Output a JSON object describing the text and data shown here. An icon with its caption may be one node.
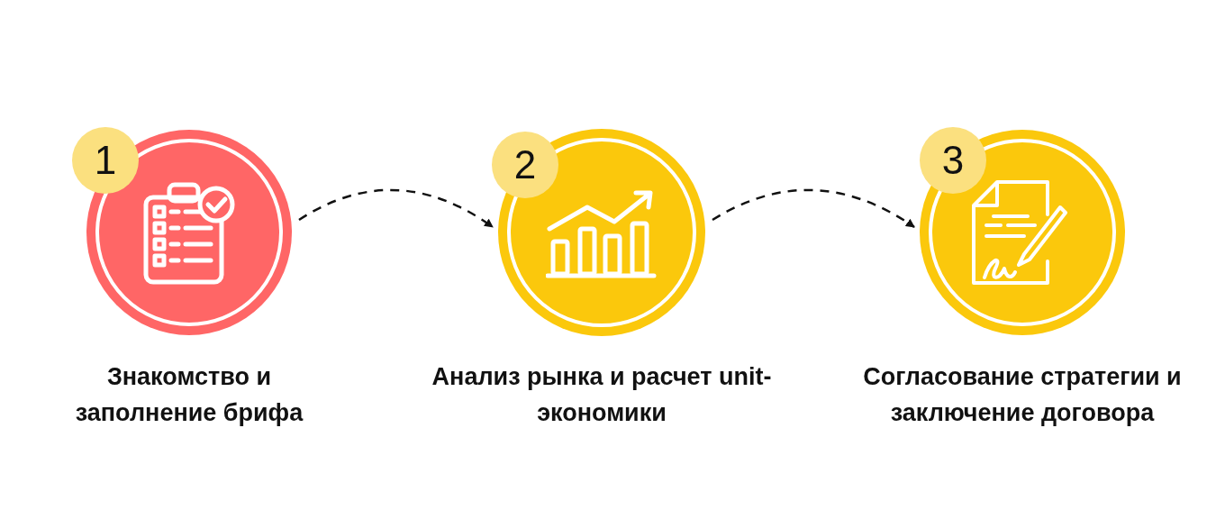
{
  "diagram": {
    "nodes": [
      {
        "text": [
          "1",
          "Знакомство и заполнение брифа"
        ]
      },
      {
        "text": [
          "2",
          "Анализ рынка и расчет unit-экономики"
        ]
      },
      {
        "text": [
          "3",
          "Согласование стратегии и заключение договора"
        ]
      }
    ],
    "edges": [
      {
        "from": 0,
        "to": 1,
        "arrow": "to",
        "style": "dashed"
      },
      {
        "from": 1,
        "to": 2,
        "arrow": "to",
        "style": "dashed"
      }
    ]
  }
}
